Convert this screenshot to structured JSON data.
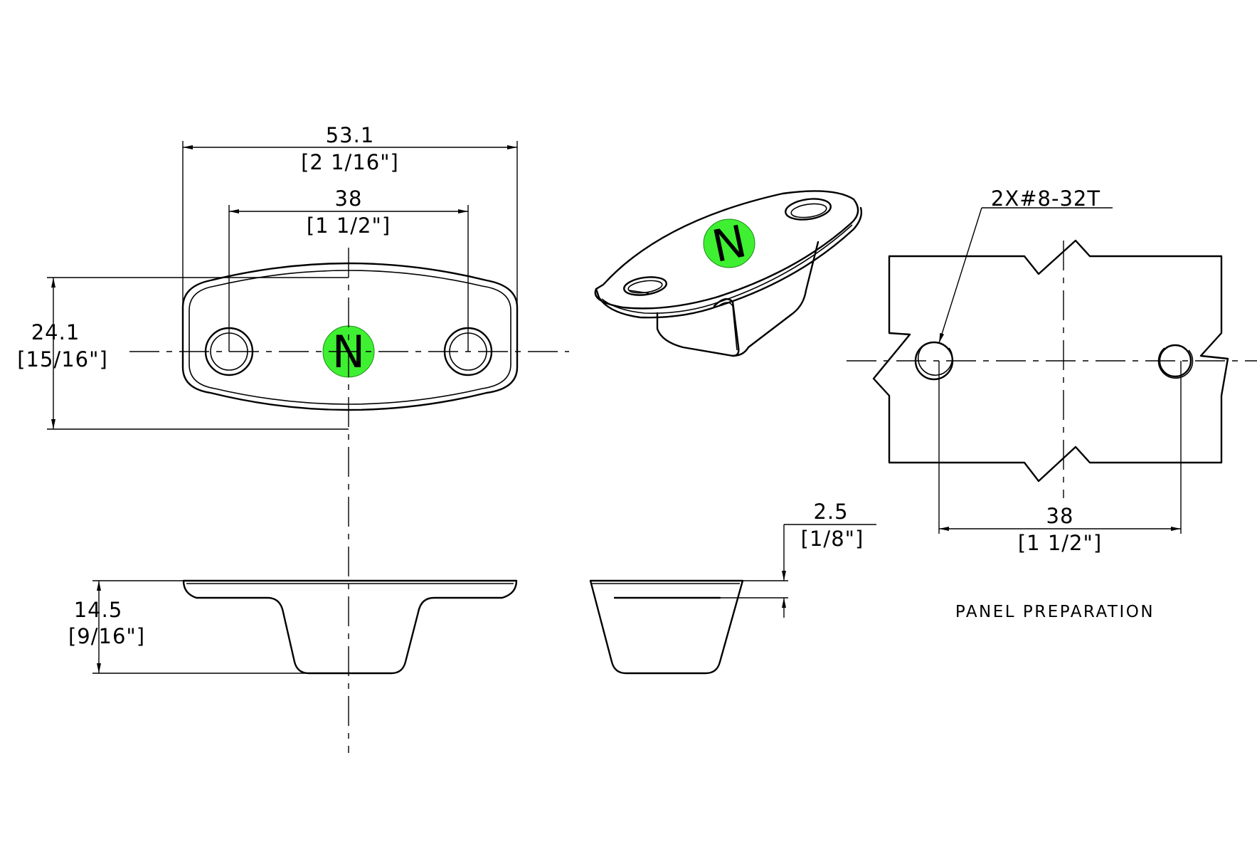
{
  "badge_letter": "N",
  "colors": {
    "badge": "#3ef031",
    "line": "#000000",
    "background": "#ffffff"
  },
  "dimensions": {
    "overall_length": {
      "metric": "53.1",
      "imperial": "[2 1/16\"]"
    },
    "hole_spacing": {
      "metric": "38",
      "imperial": "[1 1/2\"]"
    },
    "width": {
      "metric": "24.1",
      "imperial": "[15/16\"]"
    },
    "height": {
      "metric": "14.5",
      "imperial": "[9/16\"]"
    },
    "flange_thickness": {
      "metric": "2.5",
      "imperial": "[1/8\"]"
    },
    "panel_hole_spacing": {
      "metric": "38",
      "imperial": "[1 1/2\"]"
    }
  },
  "callouts": {
    "hole_thread": "2X#8-32T"
  },
  "labels": {
    "panel_preparation": "PANEL PREPARATION"
  }
}
